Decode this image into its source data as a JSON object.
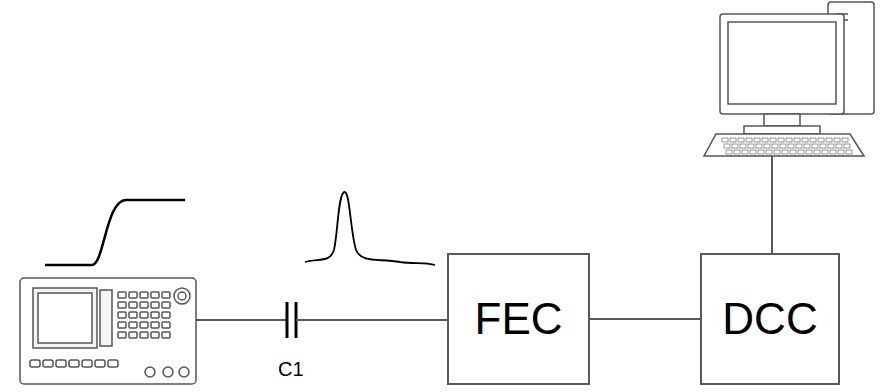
{
  "diagram": {
    "nodes": [
      {
        "text": [
          "FEC"
        ]
      },
      {
        "text": [
          "DCC"
        ]
      }
    ],
    "edges": [
      {
        "from": 0,
        "to": 1,
        "arrow": "none"
      }
    ],
    "labels": [
      "C1"
    ]
  }
}
